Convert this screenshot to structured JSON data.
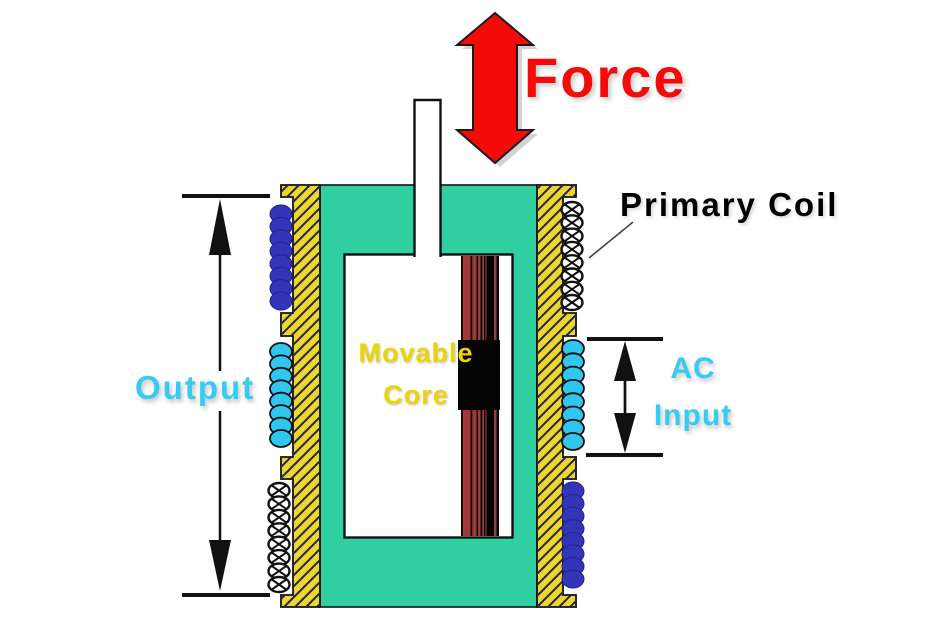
{
  "labels": {
    "force": "Force",
    "primary_coil": "Primary Coil",
    "movable_line1": "Movable",
    "movable_line2": "Core",
    "output": "Output",
    "ac_line1": "AC",
    "ac_line2": "Input"
  },
  "colors": {
    "background": "#ffffff",
    "housing_teal": "#30CFA0",
    "bobbin_yellow": "#EBD629",
    "hatch_line": "#222255",
    "outline": "#111111",
    "secondary_coil_blue": "#3335B8",
    "primary_coil_cyan": "#2FC7EF",
    "coil_cross_white": "#ffffff",
    "force_red": "#F50A0A",
    "core_stripe_red": "#A03A36",
    "core_black": "#050505",
    "label_black": "#000000",
    "label_cyan": "#35CBF2",
    "label_yellow": "#EDD405",
    "dimension_black": "#111111"
  }
}
